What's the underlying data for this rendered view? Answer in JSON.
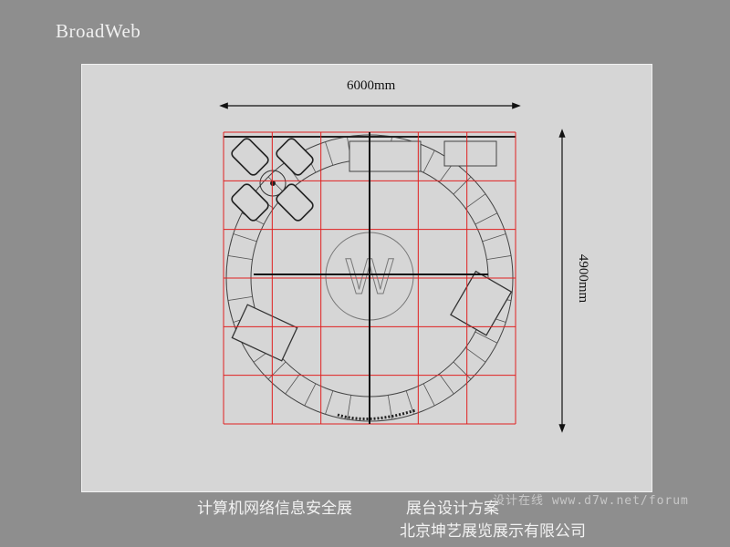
{
  "brand": "BroadWeb",
  "drawing": {
    "width_dimension": "6000mm",
    "depth_dimension": "4900mm",
    "grid": {
      "columns": 6,
      "rows": 6,
      "color": "#e02020"
    },
    "center_logo_letter": "W"
  },
  "captions": {
    "exhibition": "计算机网络信息安全展",
    "plan": "展台设计方案",
    "company": "北京坤艺展览展示有限公司",
    "watermark": "设计在线 www.d7w.net/forum"
  }
}
